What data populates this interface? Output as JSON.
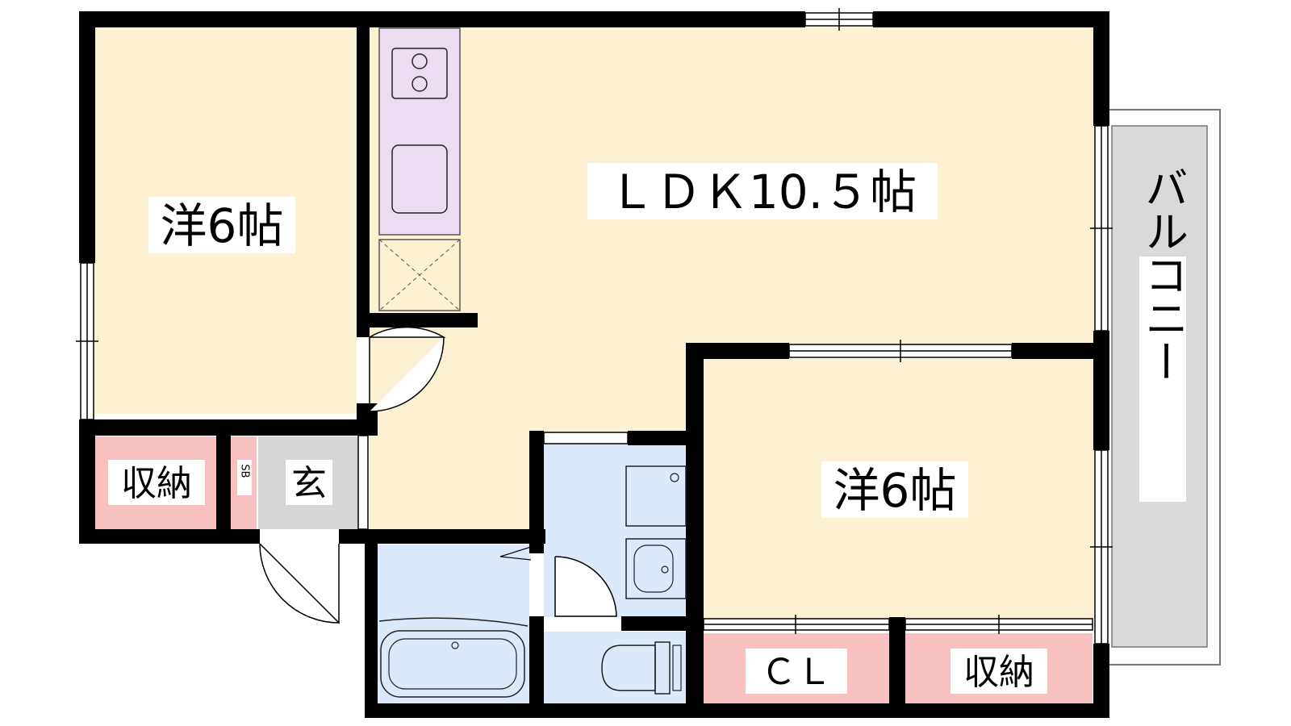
{
  "floor_plan": {
    "rooms": {
      "western_room_left": {
        "label": "洋6帖"
      },
      "ldk": {
        "label": "ＬＤＫ10.５帖"
      },
      "western_room_right": {
        "label": "洋6帖"
      },
      "balcony": {
        "label": "バルコニー"
      },
      "storage_left": {
        "label": "収納"
      },
      "shoe_box": {
        "label": "SB"
      },
      "entrance": {
        "label": "玄"
      },
      "closet": {
        "label": "ＣＬ"
      },
      "storage_right": {
        "label": "収納"
      }
    },
    "colors": {
      "room": "#fcf1d3",
      "wet_area": "#dbe9fb",
      "kitchen": "#ebdcf2",
      "storage": "#f9c0c2",
      "entrance": "#d6d6d6",
      "balcony": "#d9d9d9",
      "wall": "#000000"
    }
  }
}
